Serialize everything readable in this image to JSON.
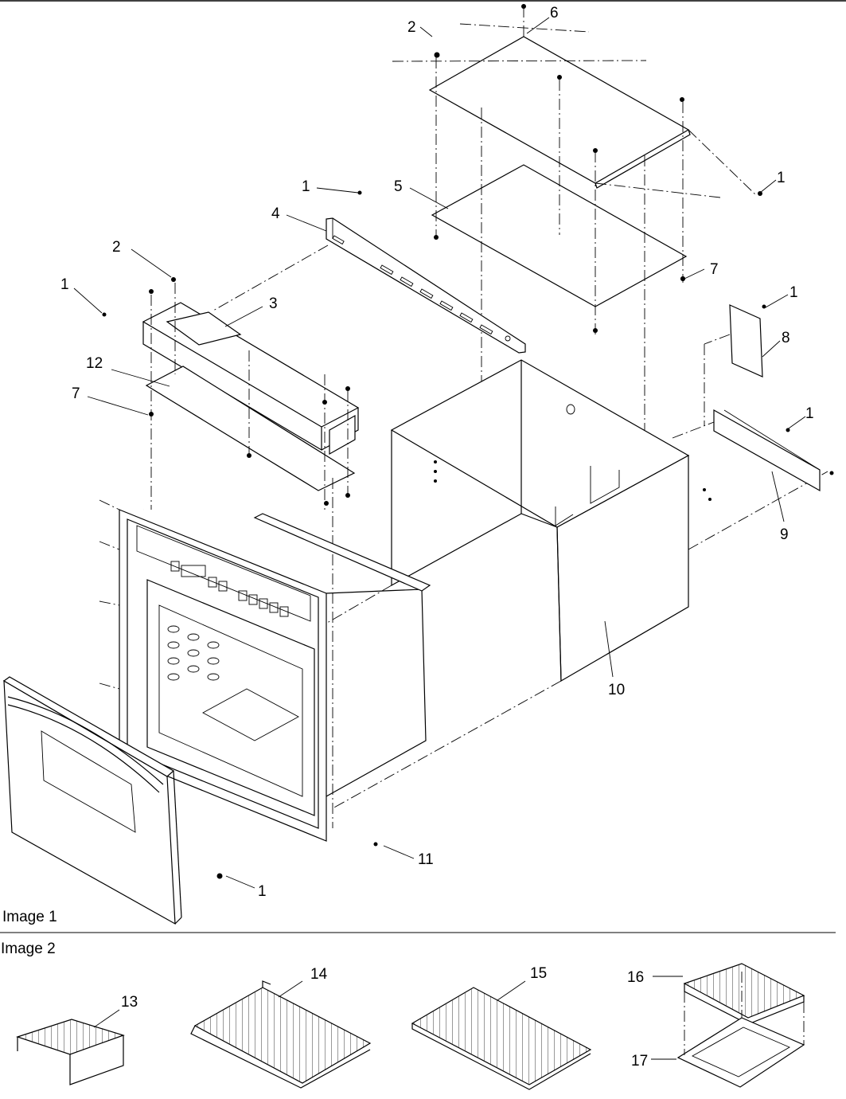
{
  "sections": {
    "image1": "Image 1",
    "image2": "Image 2"
  },
  "callouts": {
    "c1_top_right": "1",
    "c1_rail": "1",
    "c1_left": "1",
    "c1_bracket8": "1",
    "c1_bracket9": "1",
    "c1_door": "1",
    "c2_top": "2",
    "c2_left": "2",
    "c3": "3",
    "c4": "4",
    "c5": "5",
    "c6": "6",
    "c7_right": "7",
    "c7_left": "7",
    "c8": "8",
    "c9": "9",
    "c10": "10",
    "c11": "11",
    "c12": "12",
    "c13": "13",
    "c14": "14",
    "c15": "15",
    "c16": "16",
    "c17": "17"
  }
}
